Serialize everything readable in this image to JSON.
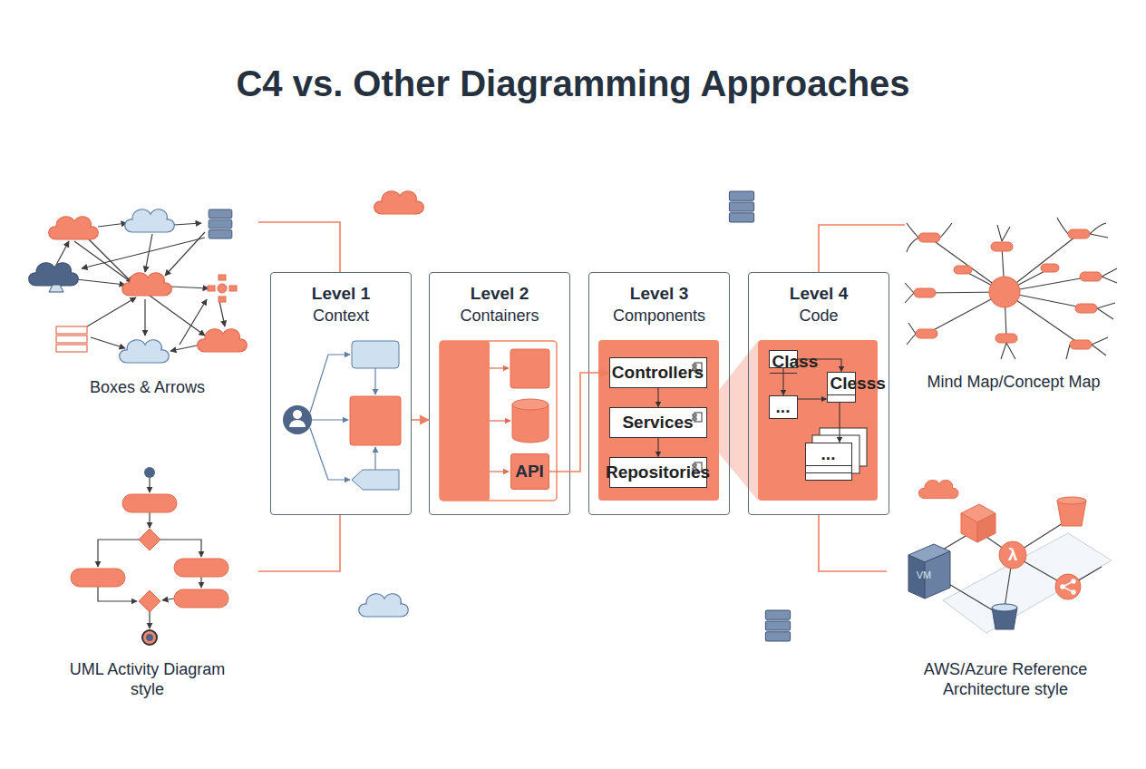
{
  "diagram": {
    "title": "C4 vs. Other Diagramming Approaches",
    "nodes": [
      {
        "text": [
          "Boxes & Arrows"
        ]
      },
      {
        "text": [
          "Level 1",
          "Context"
        ]
      },
      {
        "text": [
          "Level 2",
          "Containers"
        ]
      },
      {
        "text": [
          "API"
        ],
        "in": 2
      },
      {
        "text": [
          "Level 3",
          "Components"
        ]
      },
      {
        "text": [
          "Controllers"
        ],
        "in": 4
      },
      {
        "text": [
          "Services"
        ],
        "in": 4
      },
      {
        "text": [
          "Repositories"
        ],
        "in": 4
      },
      {
        "text": [
          "Level 4",
          "Code"
        ]
      },
      {
        "text": [
          "Class"
        ],
        "in": 8
      },
      {
        "text": [
          "Clesss"
        ],
        "in": 8
      },
      {
        "text": [
          "..."
        ],
        "in": 8
      },
      {
        "text": [
          "..."
        ],
        "in": 8
      },
      {
        "text": [
          "Mind Map/Concept Map"
        ]
      },
      {
        "text": [
          "UML Activity Diagram style"
        ]
      },
      {
        "text": [
          "AWS/Azure Reference Architecture style"
        ]
      }
    ],
    "edges": [
      {
        "from": 0,
        "to": 1,
        "arrow": "none"
      },
      {
        "from": 1,
        "to": 2,
        "arrow": "to"
      },
      {
        "from": 3,
        "to": 5,
        "arrow": "to"
      },
      {
        "from": 5,
        "to": 6,
        "arrow": "to"
      },
      {
        "from": 6,
        "to": 7,
        "arrow": "to"
      },
      {
        "from": 9,
        "to": 10,
        "arrow": "to"
      },
      {
        "from": 9,
        "to": 11,
        "arrow": "to"
      },
      {
        "from": 11,
        "to": 10,
        "arrow": "to"
      },
      {
        "from": 10,
        "to": 12,
        "arrow": "to"
      },
      {
        "from": 14,
        "to": 1,
        "arrow": "none"
      },
      {
        "from": 8,
        "to": 13,
        "arrow": "none"
      },
      {
        "from": 8,
        "to": 15,
        "arrow": "none"
      }
    ],
    "labels": [
      "VM",
      "λ"
    ]
  }
}
